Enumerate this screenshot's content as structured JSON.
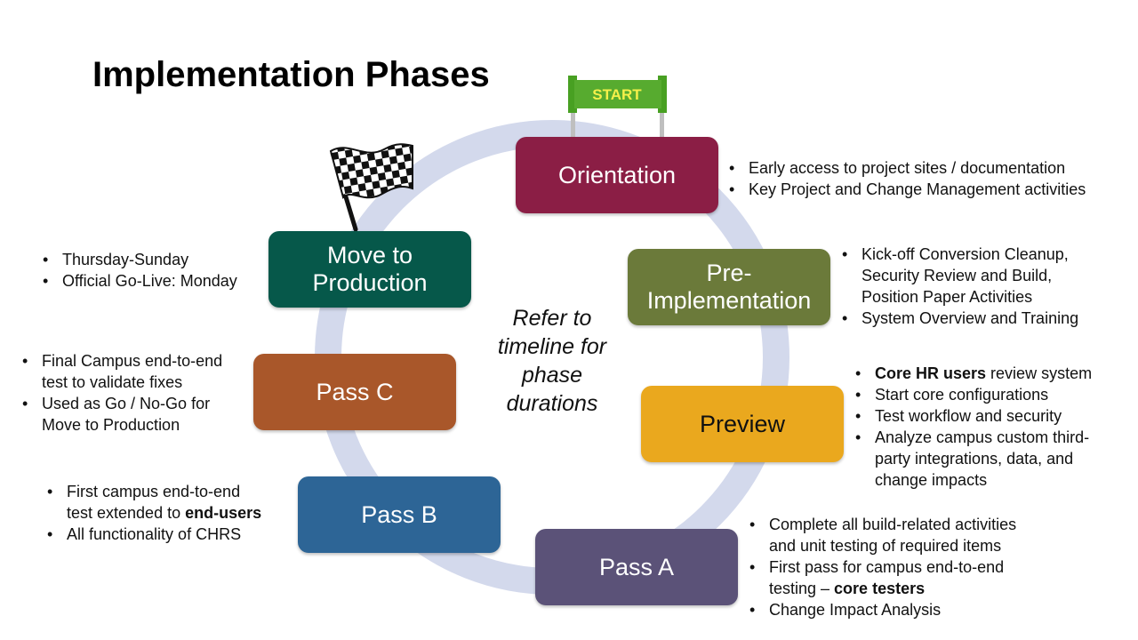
{
  "title": "Implementation Phases",
  "start_sign": {
    "label": "START"
  },
  "center_note": {
    "line1": "Refer to",
    "line2": "timeline for",
    "line3": "phase",
    "line4": "durations"
  },
  "colors": {
    "ring": "#d3d9ec",
    "orientation": "#8b1e45",
    "pre_implementation": "#6b7a3a",
    "preview": "#eaa81e",
    "pass_a": "#5b5278",
    "pass_b": "#2d6596",
    "pass_c": "#a9572a",
    "move_to_production": "#06584a",
    "start_sign": "#57ab2f",
    "start_text": "#f6f04a"
  },
  "phases": {
    "orientation": {
      "label": "Orientation"
    },
    "pre_implementation": {
      "line1": "Pre-",
      "line2": "Implementation"
    },
    "preview": {
      "label": "Preview"
    },
    "pass_a": {
      "label": "Pass A"
    },
    "pass_b": {
      "label": "Pass B"
    },
    "pass_c": {
      "label": "Pass C"
    },
    "move_to_production": {
      "line1": "Move to",
      "line2": "Production"
    }
  },
  "notes": {
    "orientation": [
      "Early access to project sites / documentation",
      "Key Project and Change Management activities"
    ],
    "pre_implementation": {
      "item1": {
        "l1": "Kick-off Conversion Cleanup,",
        "l2": "Security Review and Build,",
        "l3": "Position Paper Activities"
      },
      "item2": "System Overview and Training"
    },
    "preview": {
      "item1_bold": "Core HR users",
      "item1_rest": " review system",
      "item2": "Start core configurations",
      "item3": "Test workflow and security",
      "item4": {
        "l1": "Analyze campus custom third-",
        "l2": "party integrations, data, and",
        "l3": "change impacts"
      }
    },
    "pass_a": {
      "item1": {
        "l1": "Complete all build-related activities",
        "l2": "and unit testing of required items"
      },
      "item2": {
        "l1": "First pass for campus end-to-end",
        "l2_plain": "testing – ",
        "l2_bold": "core testers"
      },
      "item3": "Change Impact Analysis"
    },
    "pass_b": {
      "item1": {
        "l1": "First campus end-to-end",
        "l2_plain": "test extended to ",
        "l2_bold": "end-users"
      },
      "item2": "All functionality of CHRS"
    },
    "pass_c": {
      "item1": {
        "l1": "Final Campus end-to-end",
        "l2": "test to validate fixes"
      },
      "item2": {
        "l1": "Used as Go / No-Go for",
        "l2": "Move to Production"
      }
    },
    "move_to_production": [
      "Thursday-Sunday",
      "Official Go-Live: Monday"
    ]
  }
}
